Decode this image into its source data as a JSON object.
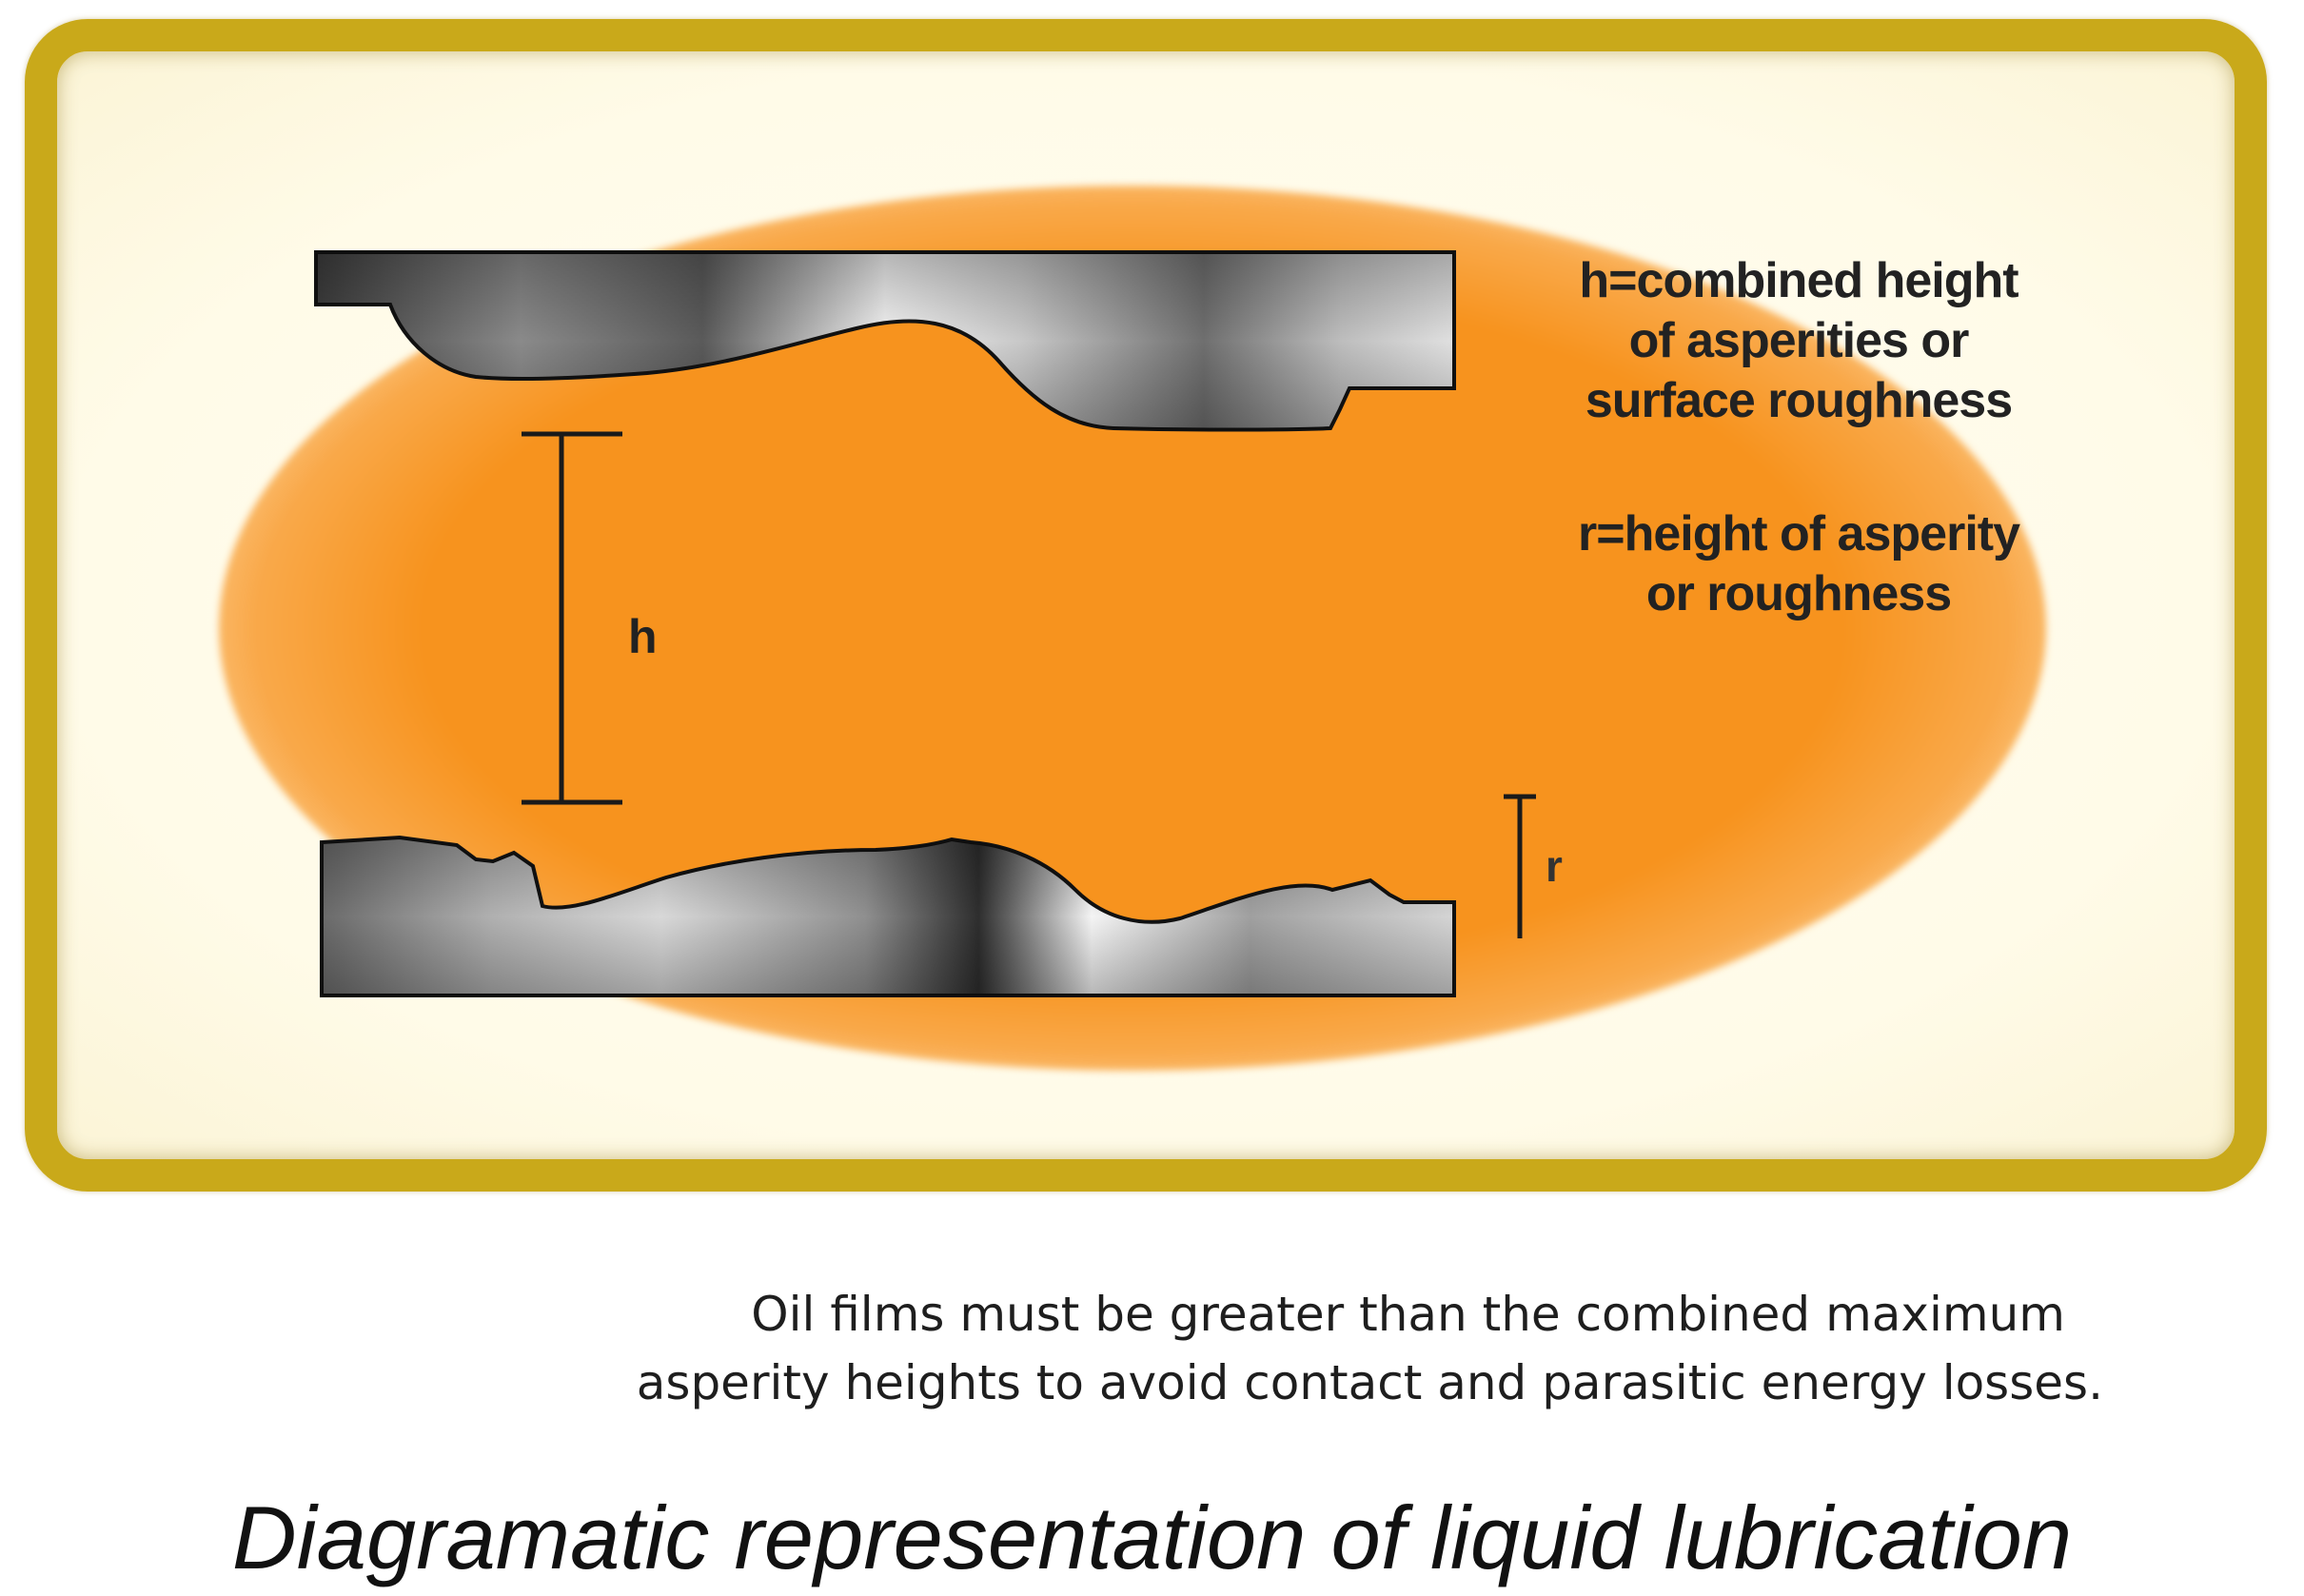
{
  "diagram": {
    "definitions": {
      "h_def": [
        "h=combined height",
        "of asperities or",
        "surface roughness"
      ],
      "r_def": [
        "r=height of asperity",
        "or roughness"
      ]
    },
    "symbols": {
      "h": "h",
      "r": "r"
    },
    "note": [
      "Oil films must be greater than the combined maximum",
      "asperity heights to avoid contact and parasitic energy losses."
    ],
    "caption": "Diagramatic representation of liquid lubrication"
  },
  "colors": {
    "frame": "#c9a91a",
    "oil": "#f7931e",
    "metal_dark": "#3a3a3a",
    "metal_light": "#e6e6e6"
  }
}
